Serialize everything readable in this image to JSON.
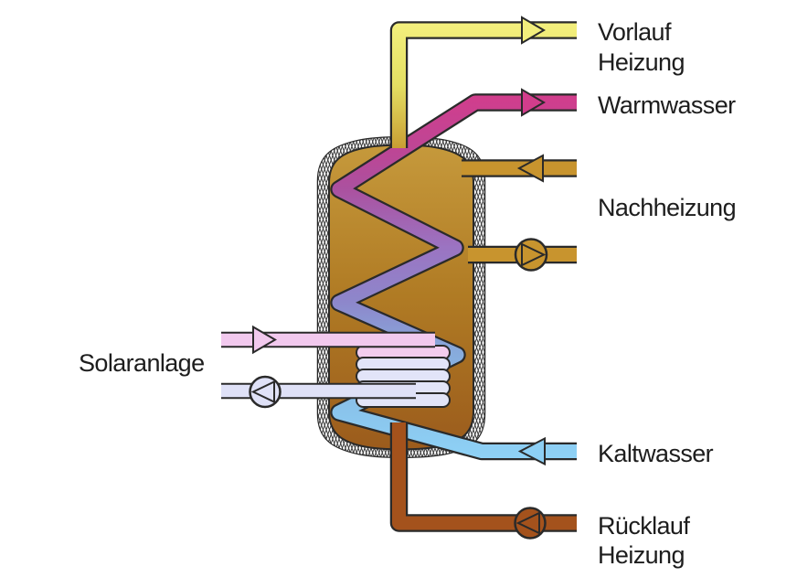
{
  "diagram": {
    "labels": {
      "vorlauf_heizung": {
        "line1": "Vorlauf",
        "line2": "Heizung"
      },
      "warmwasser": "Warmwasser",
      "nachheizung": "Nachheizung",
      "solaranlage": "Solaranlage",
      "kaltwasser": "Kaltwasser",
      "ruecklauf_heizung": {
        "line1": "Rücklauf",
        "line2": "Heizung"
      }
    },
    "colors": {
      "vorlauf_yellow": "#f2ee7c",
      "warmwasser_magenta": "#d23d8c",
      "nachheizung_gold": "#c8942e",
      "kaltwasser_blue": "#8dcff4",
      "ruecklauf_brown": "#a4521c",
      "solar_supply_pink": "#f2c9ee",
      "solar_return_lavender": "#dfe1f7",
      "coil_lavender": "#e2e4f8",
      "coil_top_pink": "#f3cdee",
      "tank_top": "#c79b3d",
      "tank_mid": "#b07b24",
      "tank_bottom": "#9a5a1c",
      "outline": "#2a2a2a",
      "text": "#1d1d1d",
      "background": "#ffffff"
    },
    "icons": {
      "pump_icon": "▷ in ○",
      "flow_right_arrow_icon": "▷",
      "flow_left_arrow_icon": "◁"
    }
  }
}
